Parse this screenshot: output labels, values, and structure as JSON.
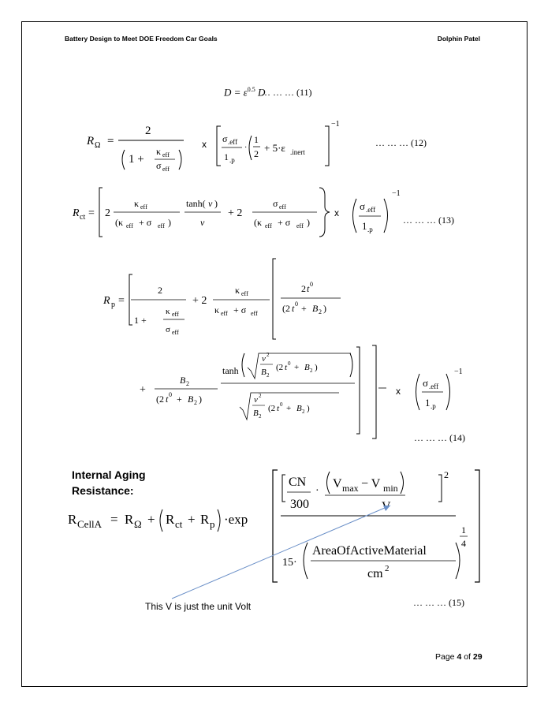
{
  "header": {
    "left": "Battery Design to Meet DOE Freedom Car Goals",
    "right": "Dolphin Patel"
  },
  "equations": {
    "eq11_label": "(11)",
    "eq12_label": "(12)",
    "eq13_label": "(13)",
    "eq14_label": "(14)",
    "eq15_label": "(15)",
    "dots": "… … …"
  },
  "section": {
    "title_line1": "Internal Aging",
    "title_line2": "Resistance:"
  },
  "annotation": {
    "text": "This V is just the unit Volt"
  },
  "footer": {
    "page_prefix": "Page ",
    "page_current": "4",
    "page_of": " of ",
    "page_total": "29"
  },
  "colors": {
    "annotation_arrow": "#6a8fc7"
  }
}
